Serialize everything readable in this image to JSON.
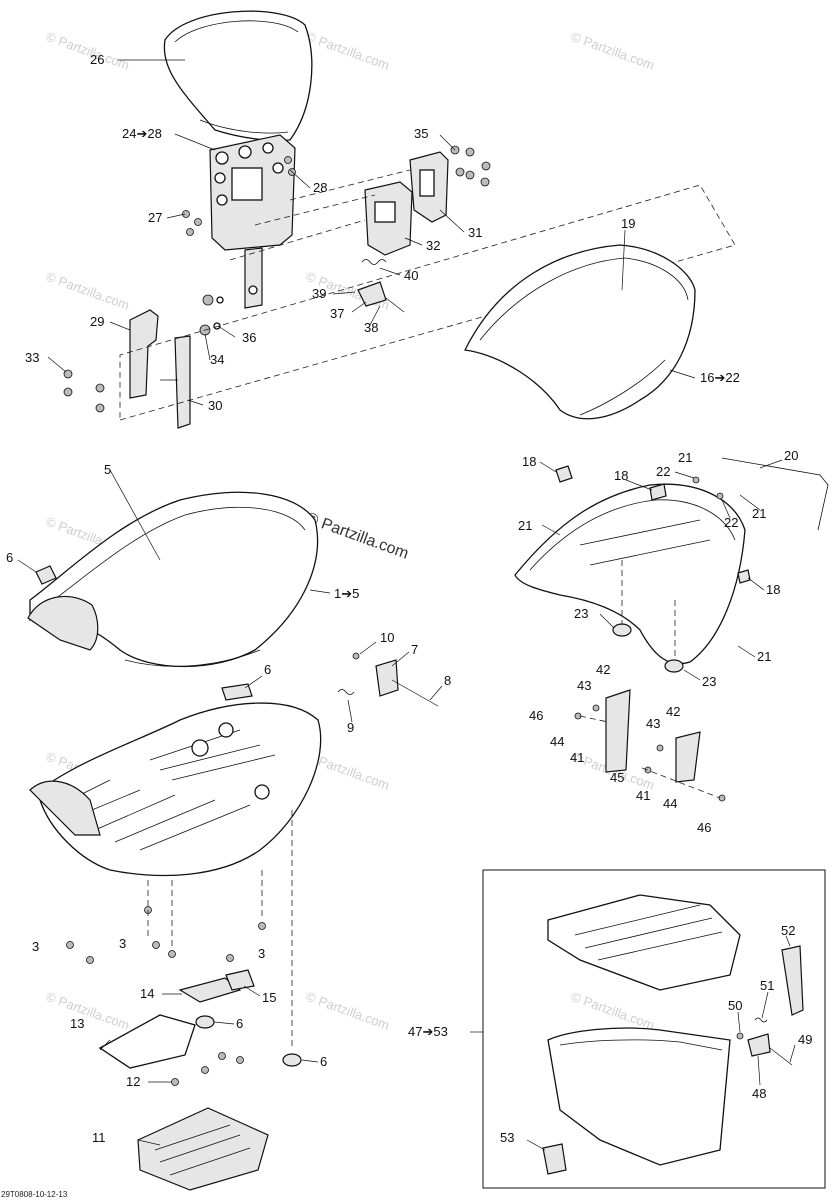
{
  "diagram": {
    "watermark": "© Partzilla.com",
    "center_watermark": "© Partzilla.com",
    "ref_code": "29T0808-10-12-13",
    "labels": {
      "l26": "26",
      "l24_28": "24➔28",
      "l28": "28",
      "l27": "27",
      "l35": "35",
      "l31": "31",
      "l32": "32",
      "l40": "40",
      "l39": "39",
      "l37": "37",
      "l38": "38",
      "l29": "29",
      "l36": "36",
      "l33": "33",
      "l34": "34",
      "l30": "30",
      "l19": "19",
      "l16_22": "16➔22",
      "l5": "5",
      "l6a": "6",
      "l1_5": "1➔5",
      "l10": "10",
      "l7": "7",
      "l8": "8",
      "l9": "9",
      "l6b": "6",
      "l18a": "18",
      "l21a": "21",
      "l22a": "22",
      "l20": "20",
      "l18b": "18",
      "l22b": "22",
      "l21b": "21",
      "l21c": "21",
      "l18c": "18",
      "l23a": "23",
      "l23b": "23",
      "l21d": "21",
      "l42a": "42",
      "l43a": "43",
      "l46a": "46",
      "l44a": "44",
      "l41a": "41",
      "l43b": "43",
      "l42b": "42",
      "l45": "45",
      "l41b": "41",
      "l44b": "44",
      "l46b": "46",
      "l3a": "3",
      "l3b": "3",
      "l3c": "3",
      "l14": "14",
      "l15": "15",
      "l13": "13",
      "l6c": "6",
      "l6d": "6",
      "l12": "12",
      "l11": "11",
      "l47_53": "47➔53",
      "l52": "52",
      "l51": "51",
      "l50": "50",
      "l49": "49",
      "l48": "48",
      "l53": "53"
    }
  }
}
